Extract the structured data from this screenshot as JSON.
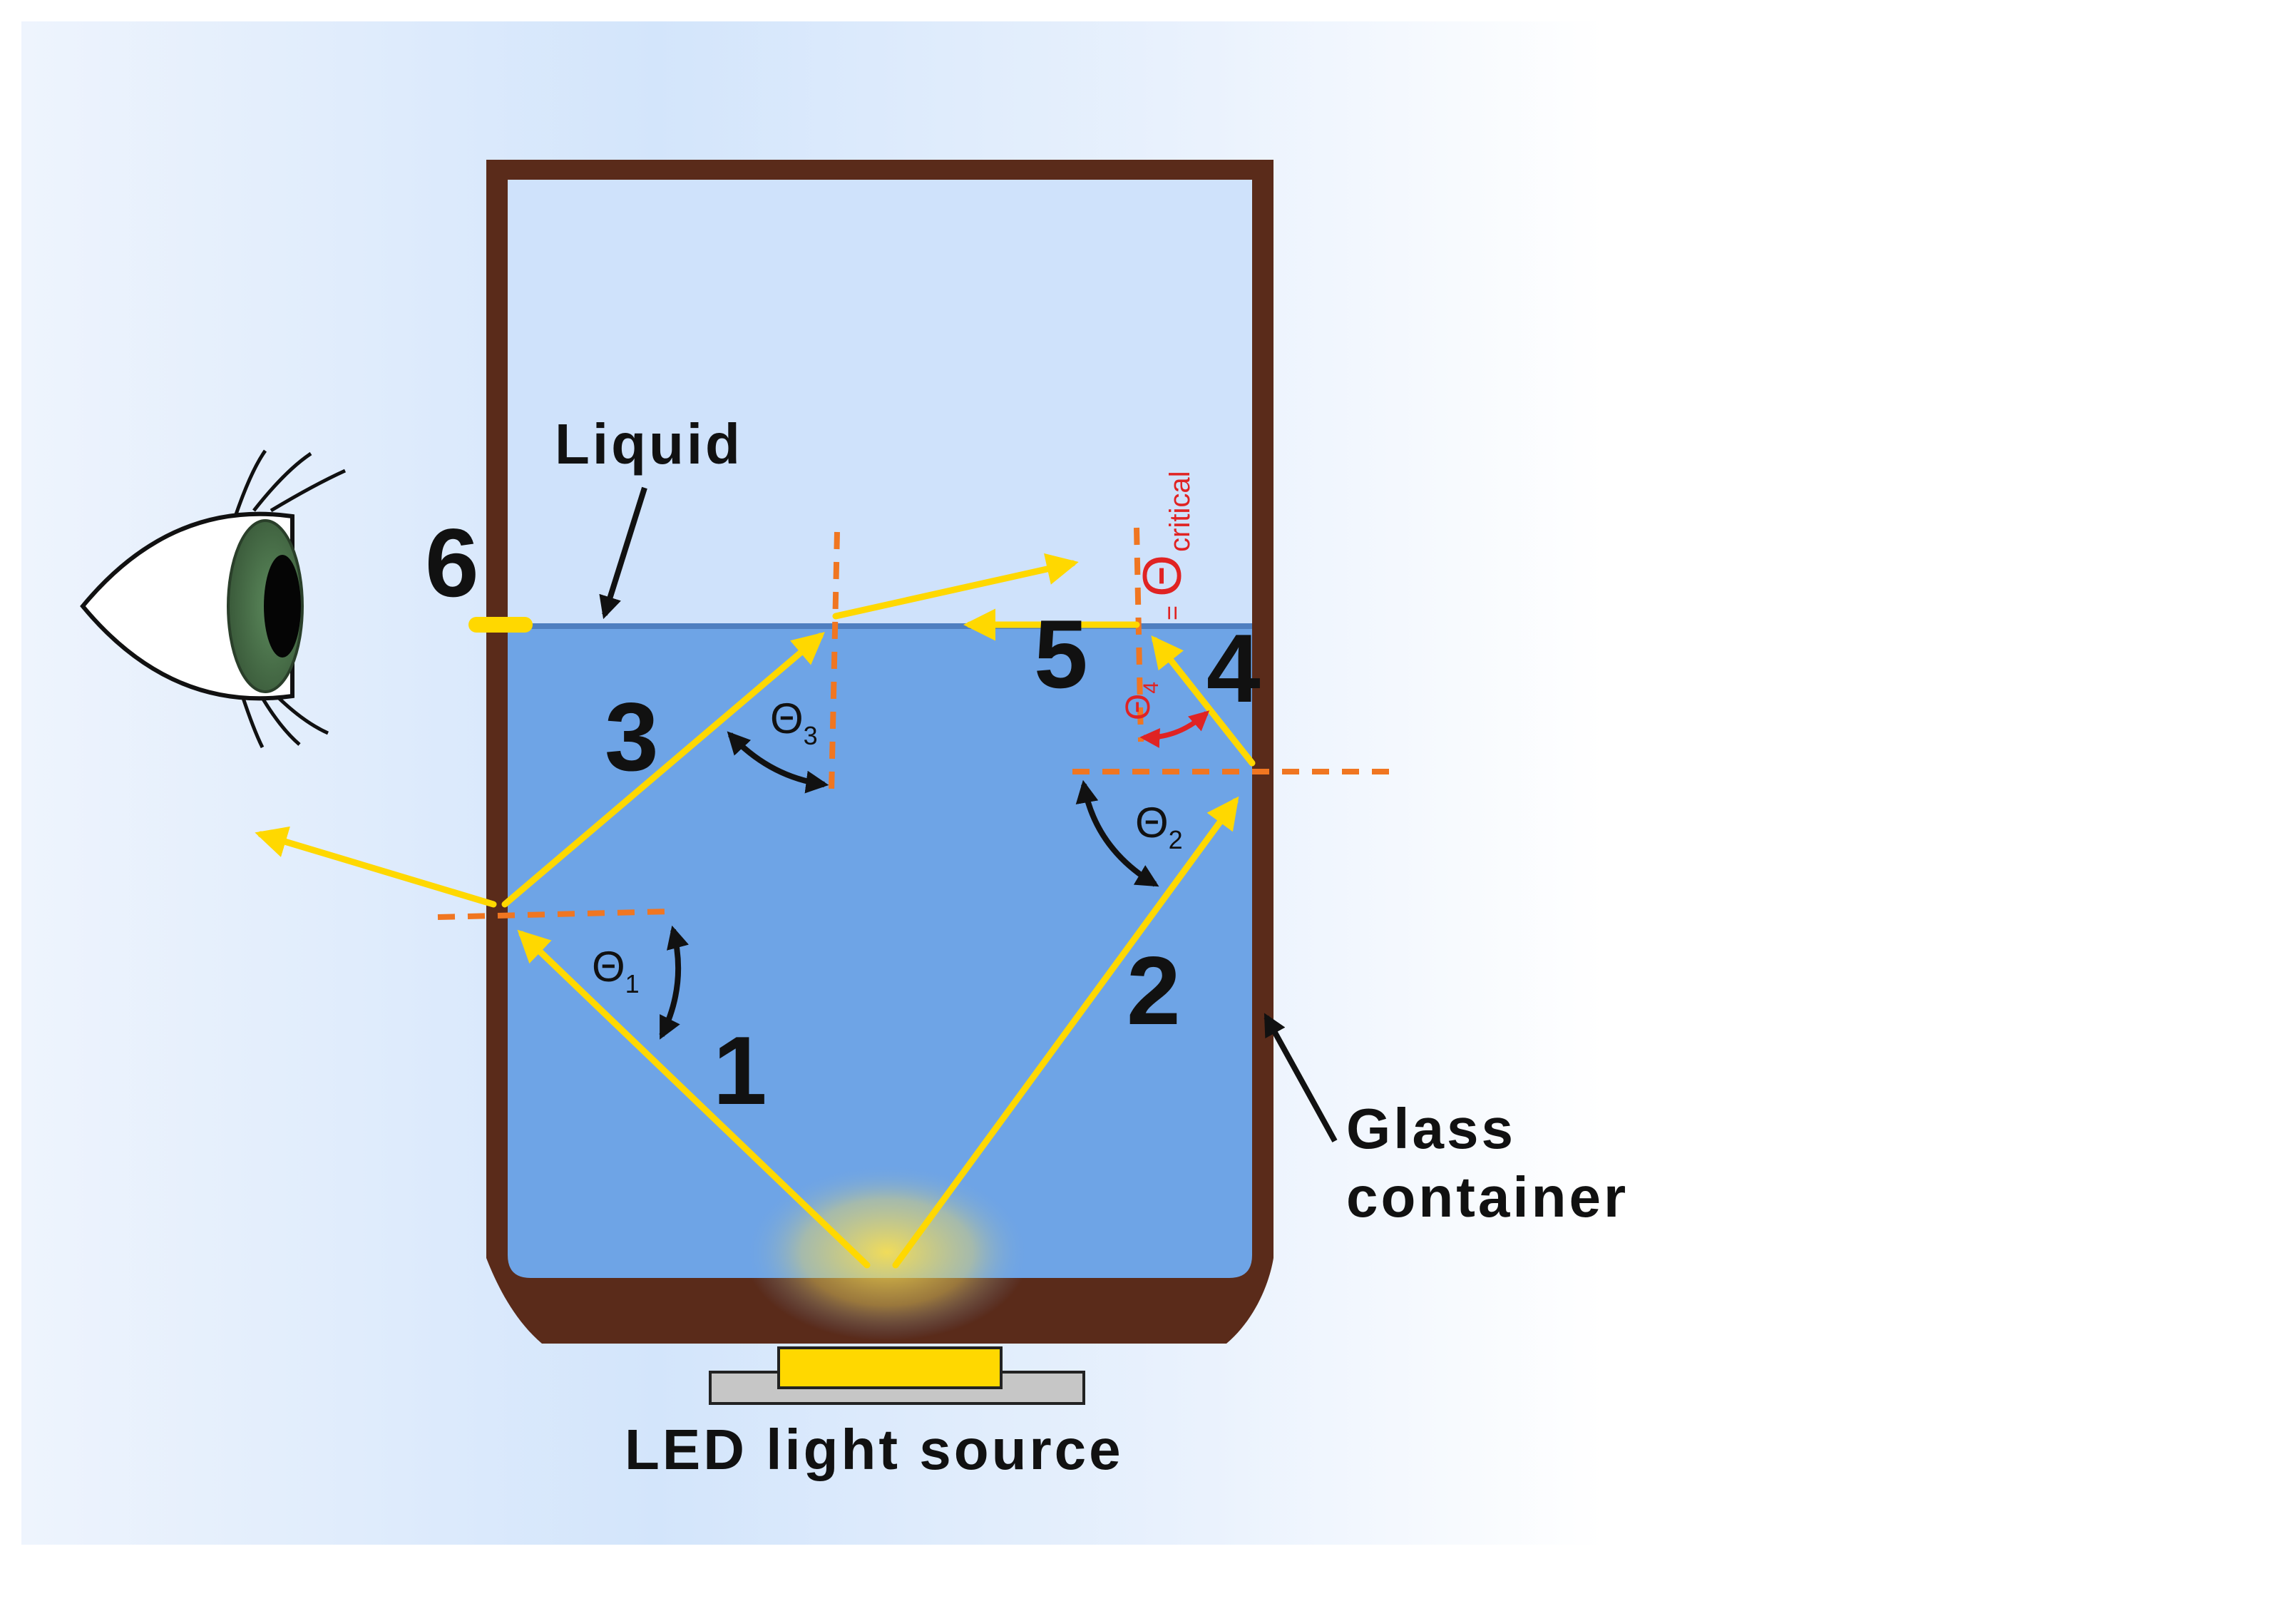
{
  "labels": {
    "liquid": "Liquid",
    "glass_line1": "Glass",
    "glass_line2": "container",
    "led": "LED light source",
    "critical_eq": "=",
    "critical_theta": "Θ",
    "critical_sub": "critical"
  },
  "rays": [
    "1",
    "2",
    "3",
    "4",
    "5",
    "6"
  ],
  "angles": {
    "t1": {
      "symbol": "Θ",
      "sub": "1"
    },
    "t2": {
      "symbol": "Θ",
      "sub": "2"
    },
    "t3": {
      "symbol": "Θ",
      "sub": "3"
    },
    "t4": {
      "symbol": "Θ",
      "sub": "4"
    }
  },
  "colors": {
    "container": "#5a2b1a",
    "liquid": "#6ea4e6",
    "air": "#cfe2fb",
    "ray": "#ffd800",
    "normal": "#f07621",
    "critical": "#e02323",
    "led_base": "#c6c6c6"
  }
}
